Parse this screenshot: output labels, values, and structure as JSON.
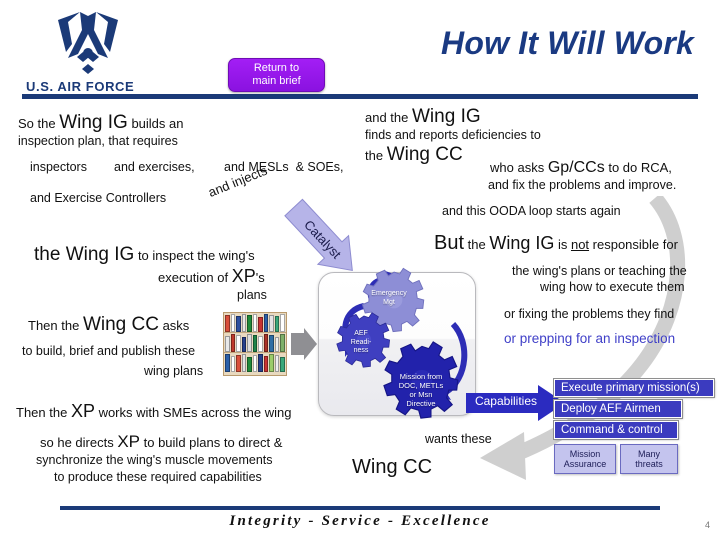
{
  "header": {
    "wordmark": "U.S. AIR FORCE",
    "title": "How It Will Work",
    "return_button": {
      "line1": "Return to",
      "line2": "main brief"
    },
    "accent_color": "#1b3a78",
    "title_color": "#1a3a82",
    "button_color": "#a31ef5"
  },
  "body_text": {
    "l1a": "So the ",
    "l1b": "Wing IG",
    "l1c": " builds an",
    "l2": "inspection plan, that requires",
    "l3a": "inspectors",
    "l3b": "and exercises,",
    "l3c": "and MESLs  & SOEs,",
    "l4": "and Exercise Controllers",
    "injects": "and injects",
    "r1a": "and the ",
    "r1b": "Wing IG",
    "r2": "finds and reports deficiencies to",
    "r3a": "the ",
    "r3b": "Wing CC",
    "r4a": "who asks ",
    "r4b": "Gp/CCs",
    "r4c": " to do RCA,",
    "r5": "and fix the problems and improve.",
    "r6": "and this OODA loop starts again",
    "m1a": "the Wing IG",
    "m1b": " to inspect the wing's",
    "m2a": "execution of ",
    "m2b": "XP",
    "m2c": "'s",
    "m3": "plans",
    "m4a": "Then the ",
    "m4b": "Wing CC",
    "m4c": " asks",
    "m5": "to build, brief and publish these",
    "m6": "wing plans",
    "m7a": "Then the ",
    "m7b": "XP",
    "m7c": " works with SMEs across the wing",
    "m8a": "so he directs ",
    "m8b": "XP",
    "m8c": " to build plans to direct &",
    "m9": "synchronize the wing's muscle movements",
    "m10": "to produce these required capabilities",
    "b1a": "But",
    "b1b": " the ",
    "b1c": "Wing IG",
    "b1d": "  is ",
    "b1e": "not",
    "b1f": " responsible for",
    "b2": "the wing's plans or teaching the",
    "b3": "wing how to execute them",
    "b4": "or fixing the problems they find",
    "b5": "or prepping for an inspection",
    "wants_these": "wants these",
    "wing_cc_big": "Wing CC"
  },
  "catalyst": {
    "label": "Catalyst",
    "fill": "#b6b4e8"
  },
  "gears": [
    {
      "id": "emergency-mgt",
      "label": "Emergency\nMgt",
      "color": "#8d8ed6"
    },
    {
      "id": "aef-readiness",
      "label": "AEF\nReadi-\nness",
      "color": "#3f3fc0"
    },
    {
      "id": "mission-doc",
      "label": "Mission from\nDOC, METLs\nor Msn\nDirective",
      "color": "#2222ab"
    }
  ],
  "capabilities": {
    "arrow_label": "Capabilities",
    "arrow_color": "#2b2bc0",
    "primary": [
      "Execute primary mission(s)",
      "Deploy AEF Airmen",
      "Command & control"
    ],
    "secondary": [
      {
        "line1": "Mission",
        "line2": "Assurance"
      },
      {
        "line1": "Many",
        "line2": "threats"
      }
    ]
  },
  "footer": {
    "motto": "Integrity - Service - Excellence",
    "page_number": "4"
  }
}
